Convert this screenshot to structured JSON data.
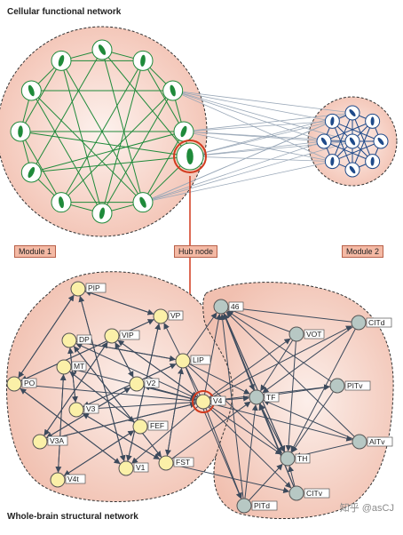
{
  "top_panel": {
    "title": "Cellular functional network"
  },
  "bottom_panel": {
    "title": "Whole-brain structural network"
  },
  "labels": {
    "module1": "Module 1",
    "module2": "Module 2",
    "hub": "Hub node"
  },
  "watermark": "知乎 @asCJ",
  "regions_module1": [
    "PIP",
    "DP",
    "VIP",
    "MT",
    "PO",
    "V3",
    "V3A",
    "V4t",
    "VP",
    "LIP",
    "V2",
    "FEF",
    "V1",
    "FST",
    "V4"
  ],
  "regions_module2": [
    "46",
    "VOT",
    "CITd",
    "TF",
    "PITv",
    "AITv",
    "TH",
    "CITv",
    "PITd"
  ],
  "colors": {
    "module_fill": "#f6d0c4",
    "green_edge": "#1f8a3a",
    "blue_edge": "#1f4a8a",
    "grey_edge": "#9aa8b8",
    "hub_outline": "#d23a1e",
    "yellow_node": "#fbf0a8",
    "grey_node": "#b7c8c4",
    "arrow": "#3c4a5c"
  }
}
